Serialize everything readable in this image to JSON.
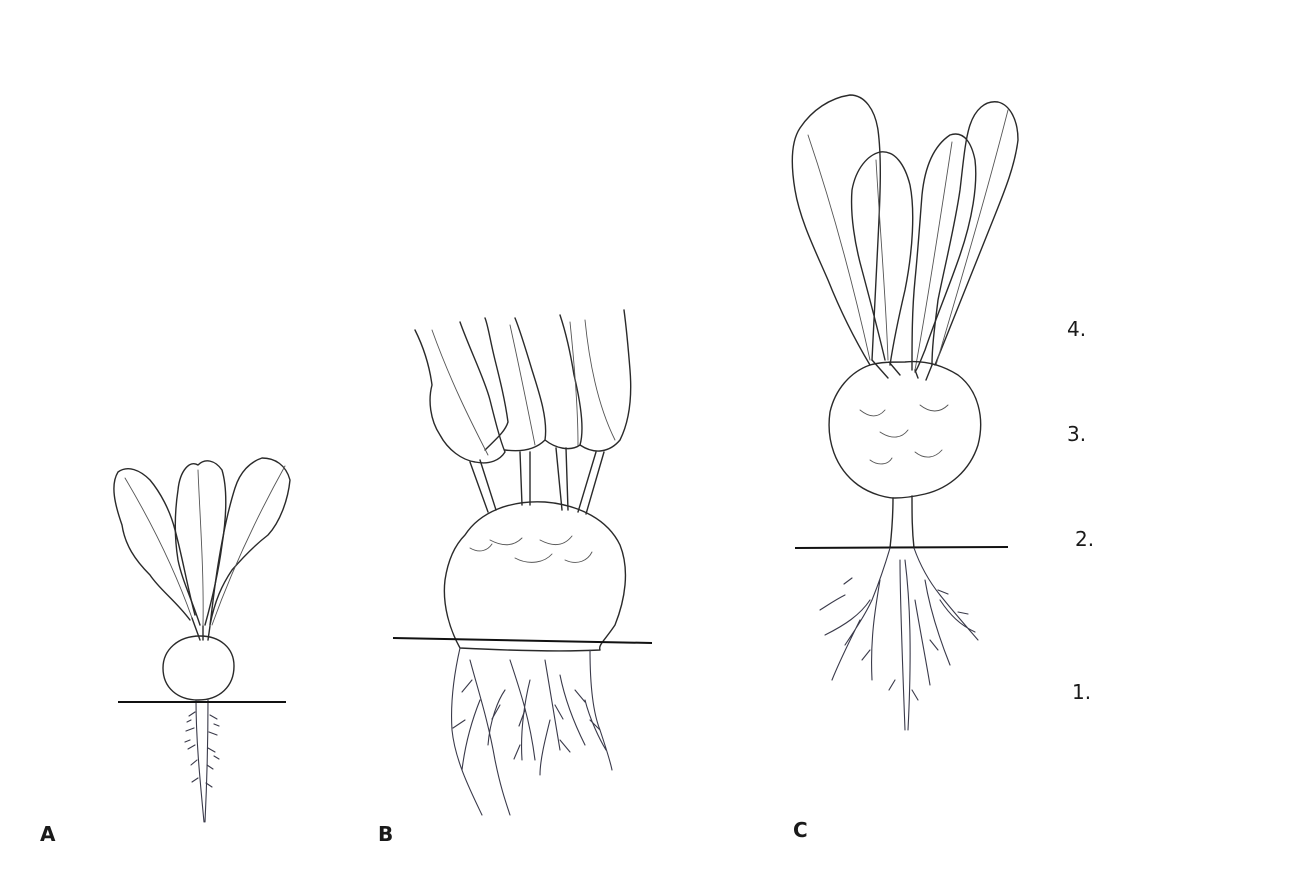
{
  "figures": [
    {
      "id": "A",
      "label": "A"
    },
    {
      "id": "B",
      "label": "B"
    },
    {
      "id": "C",
      "label": "C"
    }
  ],
  "part_labels": [
    "4.",
    "3.",
    "2.",
    "1."
  ],
  "colors": {
    "ink": "#2a2a2a",
    "background": "#ffffff"
  }
}
